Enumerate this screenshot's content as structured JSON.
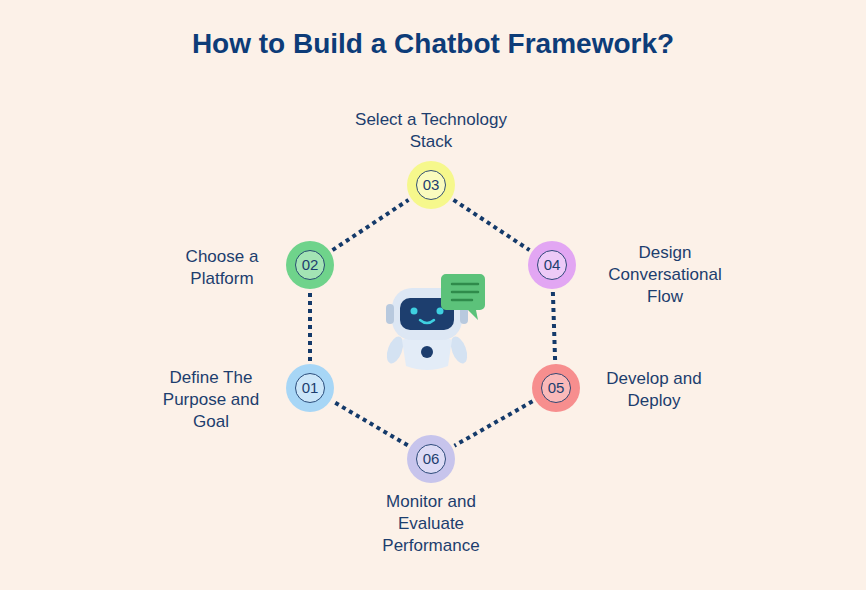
{
  "diagram": {
    "title": "How to Build a Chatbot Framework?",
    "nodes": [
      {
        "text": [
          "01",
          "Define The Purpose and Goal"
        ]
      },
      {
        "text": [
          "02",
          "Choose a Platform"
        ]
      },
      {
        "text": [
          "03",
          "Select a Technology Stack"
        ]
      },
      {
        "text": [
          "04",
          "Design Conversational Flow"
        ]
      },
      {
        "text": [
          "05",
          "Develop and Deploy"
        ]
      },
      {
        "text": [
          "06",
          "Monitor and Evaluate Performance"
        ]
      }
    ],
    "edges": [
      {
        "from": 0,
        "to": 1,
        "arrow": "none"
      },
      {
        "from": 1,
        "to": 2,
        "arrow": "none"
      },
      {
        "from": 2,
        "to": 3,
        "arrow": "none"
      },
      {
        "from": 3,
        "to": 4,
        "arrow": "none"
      },
      {
        "from": 4,
        "to": 5,
        "arrow": "none"
      },
      {
        "from": 5,
        "to": 0,
        "arrow": "none"
      }
    ]
  }
}
